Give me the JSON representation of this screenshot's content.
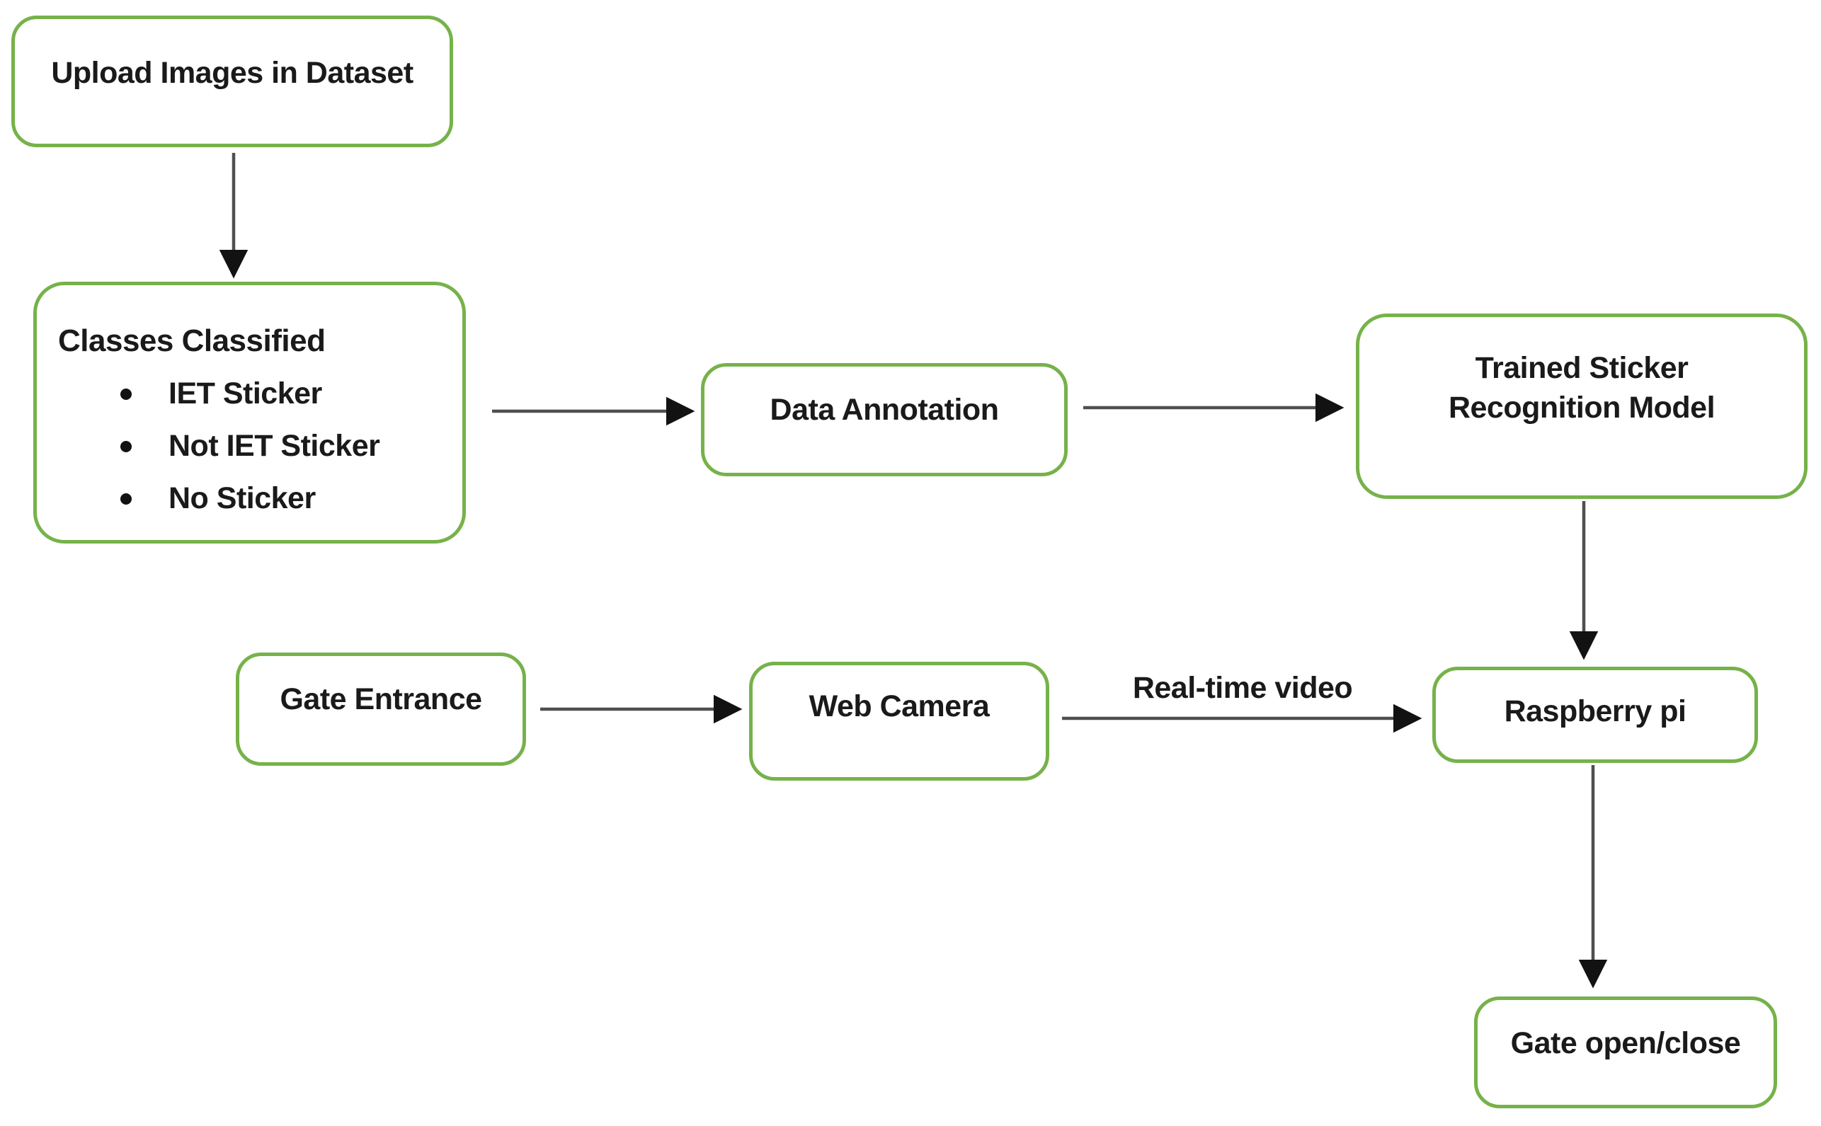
{
  "colors": {
    "background": "#ffffff",
    "box_border": "#76B24A",
    "text": "#1a1a1a",
    "arrow_line": "#4f4f4f",
    "arrow_head": "#121212"
  },
  "nodes": {
    "upload": {
      "label": "Upload Images in Dataset"
    },
    "classes": {
      "title": "Classes Classified",
      "items": [
        "IET Sticker",
        "Not IET Sticker",
        "No Sticker"
      ]
    },
    "data_annotation": {
      "label": "Data Annotation"
    },
    "trained_model": {
      "label": "Trained Sticker\nRecognition Model"
    },
    "gate_entrance": {
      "label": "Gate Entrance"
    },
    "web_camera": {
      "label": "Web Camera"
    },
    "raspberry_pi": {
      "label": "Raspberry pi"
    },
    "gate_open_close": {
      "label": "Gate open/close"
    }
  },
  "edges": {
    "realtime_video_label": "Real-time video"
  }
}
